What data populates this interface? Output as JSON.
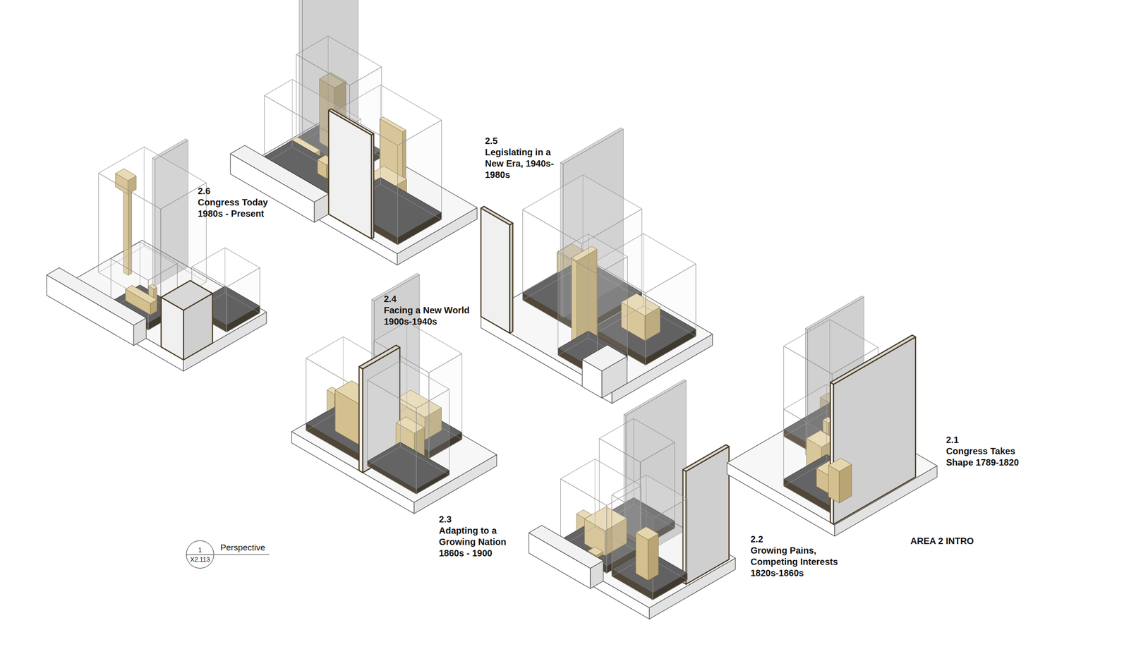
{
  "diagram": {
    "nodes": [
      {
        "text": [
          "1",
          "X2.113"
        ]
      }
    ],
    "labels": [
      "2.6",
      "Congress Today 1980s - Present",
      "2.5",
      "Legislating in a New Era, 1940s-1980s",
      "2.4",
      "Facing a New World 1900s-1940s",
      "2.3",
      "Adapting to a Growing Nation 1860s - 1900",
      "2.2",
      "Growing Pains, Competing Interests 1820s-1860s",
      "2.1",
      "Congress Takes Shape 1789-1820",
      "AREA 2 INTRO",
      "Perspective"
    ]
  }
}
